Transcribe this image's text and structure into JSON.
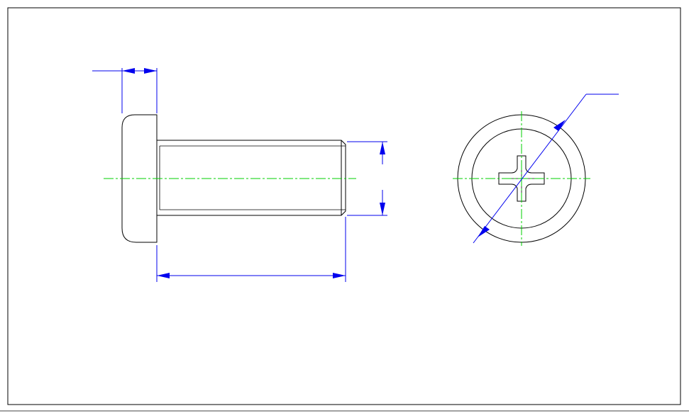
{
  "drawing": {
    "subject": "screw-technical-drawing",
    "views": [
      "side-view",
      "top-view"
    ],
    "colors": {
      "outline": "#000000",
      "centerline": "#00d000",
      "dimension": "#0000ee",
      "background": "#ffffff"
    },
    "labels": []
  }
}
